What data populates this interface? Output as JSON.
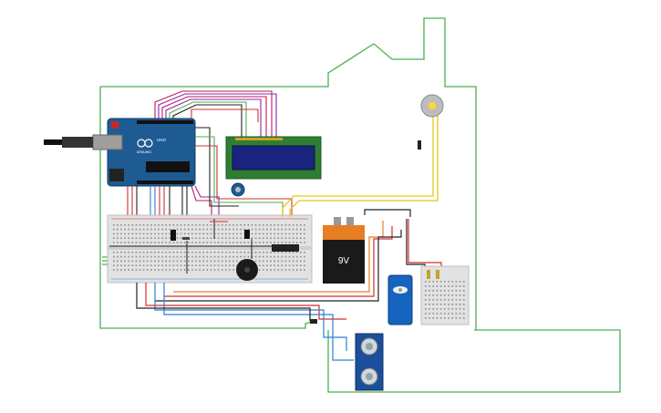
{
  "arduino": {
    "logo": "∞",
    "model": "UNO",
    "brand": "ARDUINO"
  },
  "battery": {
    "label": "9V"
  },
  "colors": {
    "wire_green": "#4caf50",
    "wire_yellow": "#e6c619",
    "wire_red": "#d32f2f",
    "wire_black": "#222222",
    "wire_blue": "#2d7fd3",
    "wire_magenta": "#c2185b",
    "wire_orange": "#e67e22",
    "arduino_blue": "#1f5b93",
    "breadboard": "#e2e2e2",
    "lcd_body": "#2e7d32",
    "lcd_screen": "#1a237e",
    "servo": "#1565c0",
    "sensor": "#1a4f9c"
  }
}
